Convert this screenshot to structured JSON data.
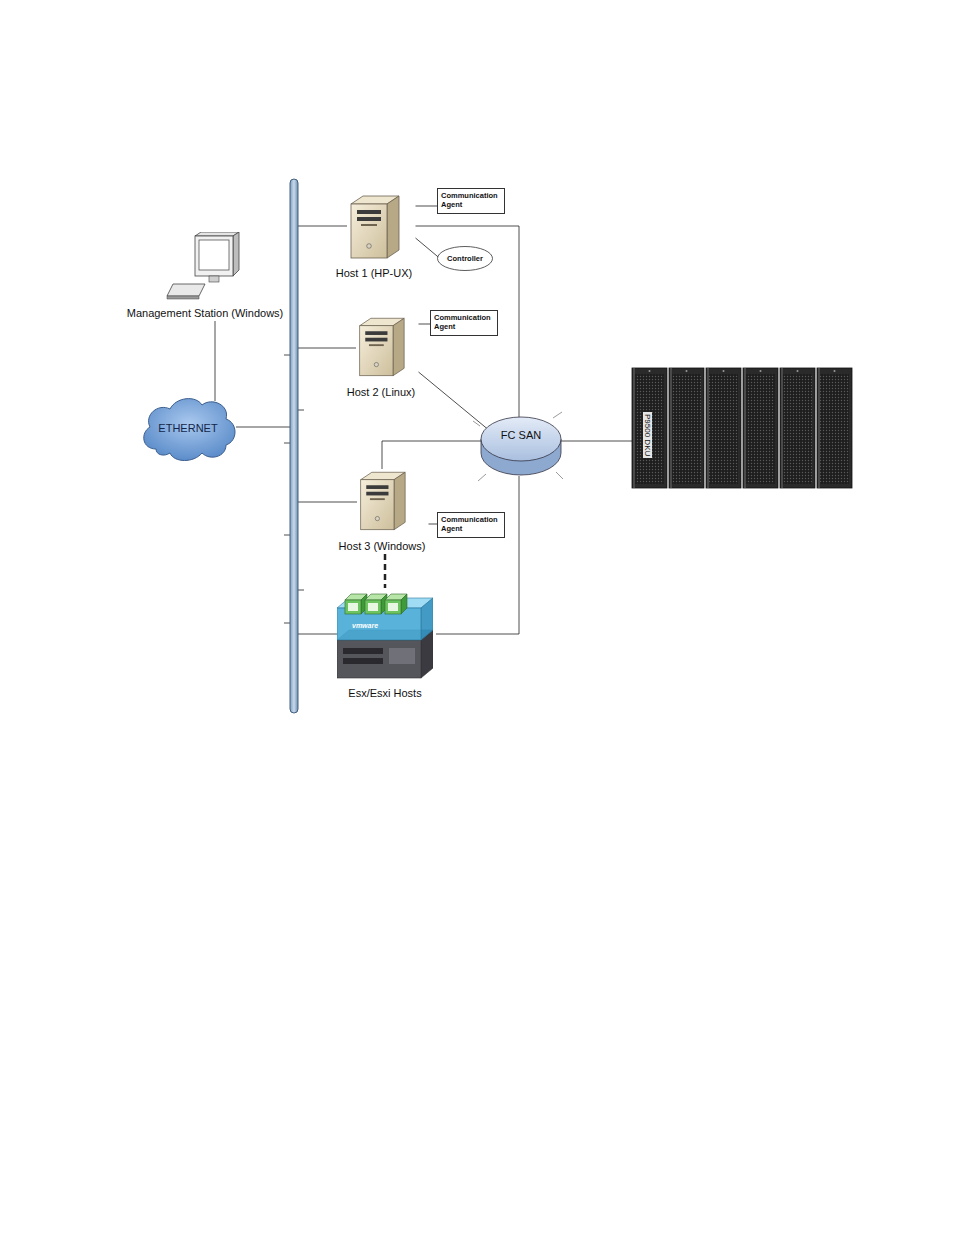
{
  "diagram": {
    "nodes": [
      {
        "text": [
          "Management Station (Windows)"
        ]
      },
      {
        "text": [
          "ETHERNET"
        ]
      },
      {
        "text": [
          "Host 1 (HP-UX)"
        ]
      },
      {
        "text": [
          "Communication Agent"
        ]
      },
      {
        "text": [
          "Controller"
        ]
      },
      {
        "text": [
          "Host 2 (Linux)"
        ]
      },
      {
        "text": [
          "Communication Agent"
        ]
      },
      {
        "text": [
          "FC SAN"
        ]
      },
      {
        "text": [
          "Host 3 (Windows)"
        ]
      },
      {
        "text": [
          "Communication Agent"
        ]
      },
      {
        "text": [
          "Esx/Esxi Hosts"
        ]
      },
      {
        "text": [
          "P9500 DKU"
        ]
      }
    ],
    "edges": [
      {
        "from": 0,
        "to": 1,
        "arrow": "none"
      },
      {
        "from": 2,
        "to": 3,
        "arrow": "none"
      },
      {
        "from": 2,
        "to": 4,
        "arrow": "none"
      },
      {
        "from": 2,
        "to": 7,
        "arrow": "none"
      },
      {
        "from": 5,
        "to": 6,
        "arrow": "none"
      },
      {
        "from": 5,
        "to": 7,
        "arrow": "none"
      },
      {
        "from": 8,
        "to": 7,
        "arrow": "none"
      },
      {
        "from": 8,
        "to": 9,
        "arrow": "none"
      },
      {
        "from": 8,
        "to": 10,
        "arrow": "none"
      },
      {
        "from": 10,
        "to": 7,
        "arrow": "none"
      },
      {
        "from": 7,
        "to": 11,
        "arrow": "none"
      }
    ],
    "labels": [
      "vmware"
    ]
  }
}
